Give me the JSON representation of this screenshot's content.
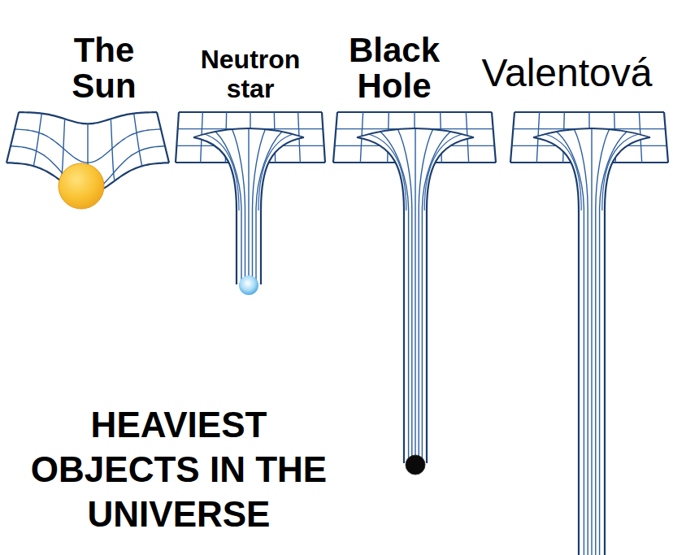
{
  "diagram": {
    "title": "HEAVIEST OBJECTS IN THE UNIVERSE",
    "labels": [
      "The Sun",
      "Neutron star",
      "Black Hole",
      "Valentová"
    ]
  }
}
